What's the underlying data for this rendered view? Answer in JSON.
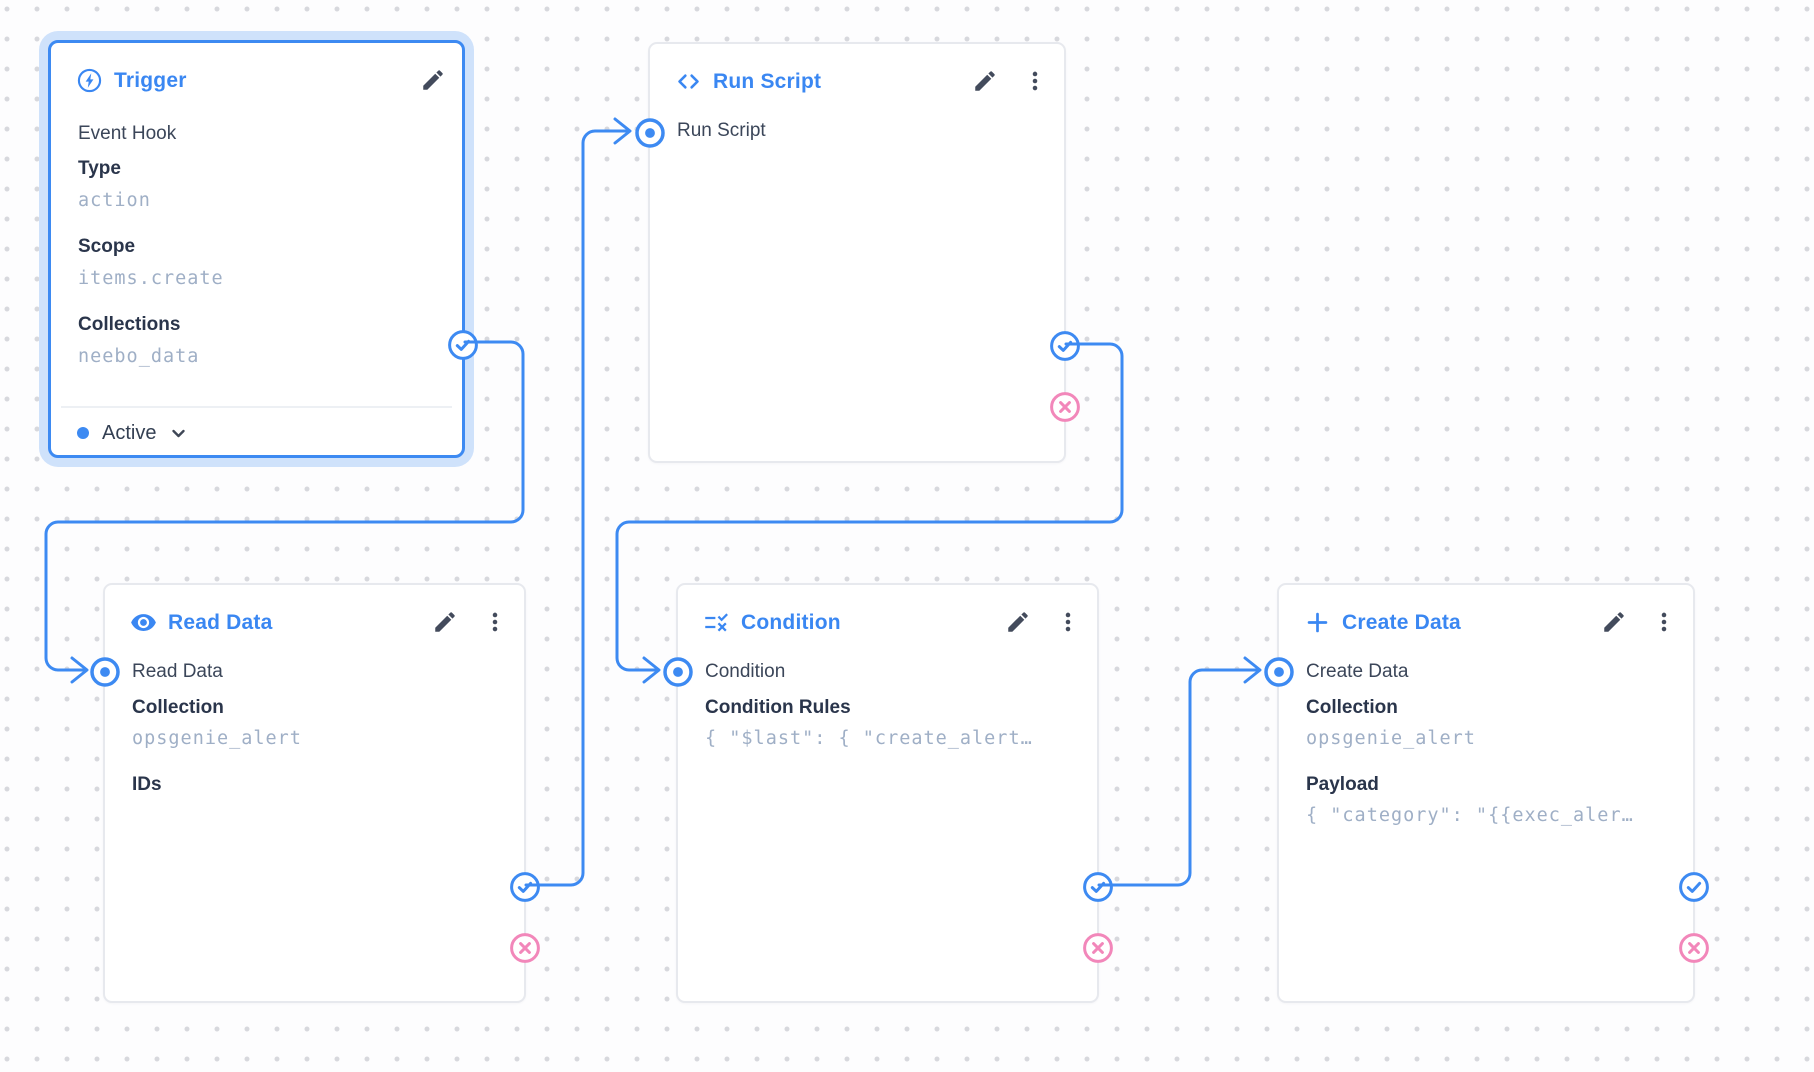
{
  "app": {
    "name": "Flow editor canvas"
  },
  "colors": {
    "accent": "#3d8af2",
    "danger": "#f287ba",
    "selection_halo": "#cfe2fb",
    "mono_value": "#9fafc6"
  },
  "nodes": {
    "trigger": {
      "title": "Trigger",
      "icon": "bolt-icon",
      "subtitle": "Event Hook",
      "fields": [
        {
          "label": "Type",
          "value": "action"
        },
        {
          "label": "Scope",
          "value": "items.create"
        },
        {
          "label": "Collections",
          "value": "neebo_data"
        }
      ],
      "status": {
        "label": "Active"
      },
      "selected": true
    },
    "run_script": {
      "title": "Run Script",
      "icon": "code-icon",
      "input_label": "Run Script"
    },
    "read_data": {
      "title": "Read Data",
      "icon": "eye-icon",
      "input_label": "Read Data",
      "fields": [
        {
          "label": "Collection",
          "value": "opsgenie_alert"
        },
        {
          "label": "IDs",
          "value": ""
        }
      ]
    },
    "condition": {
      "title": "Condition",
      "icon": "rule-icon",
      "input_label": "Condition",
      "fields": [
        {
          "label": "Condition Rules",
          "value": "{ \"$last\": { \"create_alert…"
        }
      ]
    },
    "create_data": {
      "title": "Create Data",
      "icon": "plus-icon",
      "input_label": "Create Data",
      "fields": [
        {
          "label": "Collection",
          "value": "opsgenie_alert"
        },
        {
          "label": "Payload",
          "value": "{ \"category\": \"{{exec_aler…"
        }
      ]
    }
  },
  "connections": [
    {
      "from": "trigger.resolve",
      "to": "read_data.input"
    },
    {
      "from": "read_data.resolve",
      "to": "run_script.input"
    },
    {
      "from": "run_script.resolve",
      "to": "condition.input"
    },
    {
      "from": "condition.resolve",
      "to": "create_data.input"
    }
  ]
}
